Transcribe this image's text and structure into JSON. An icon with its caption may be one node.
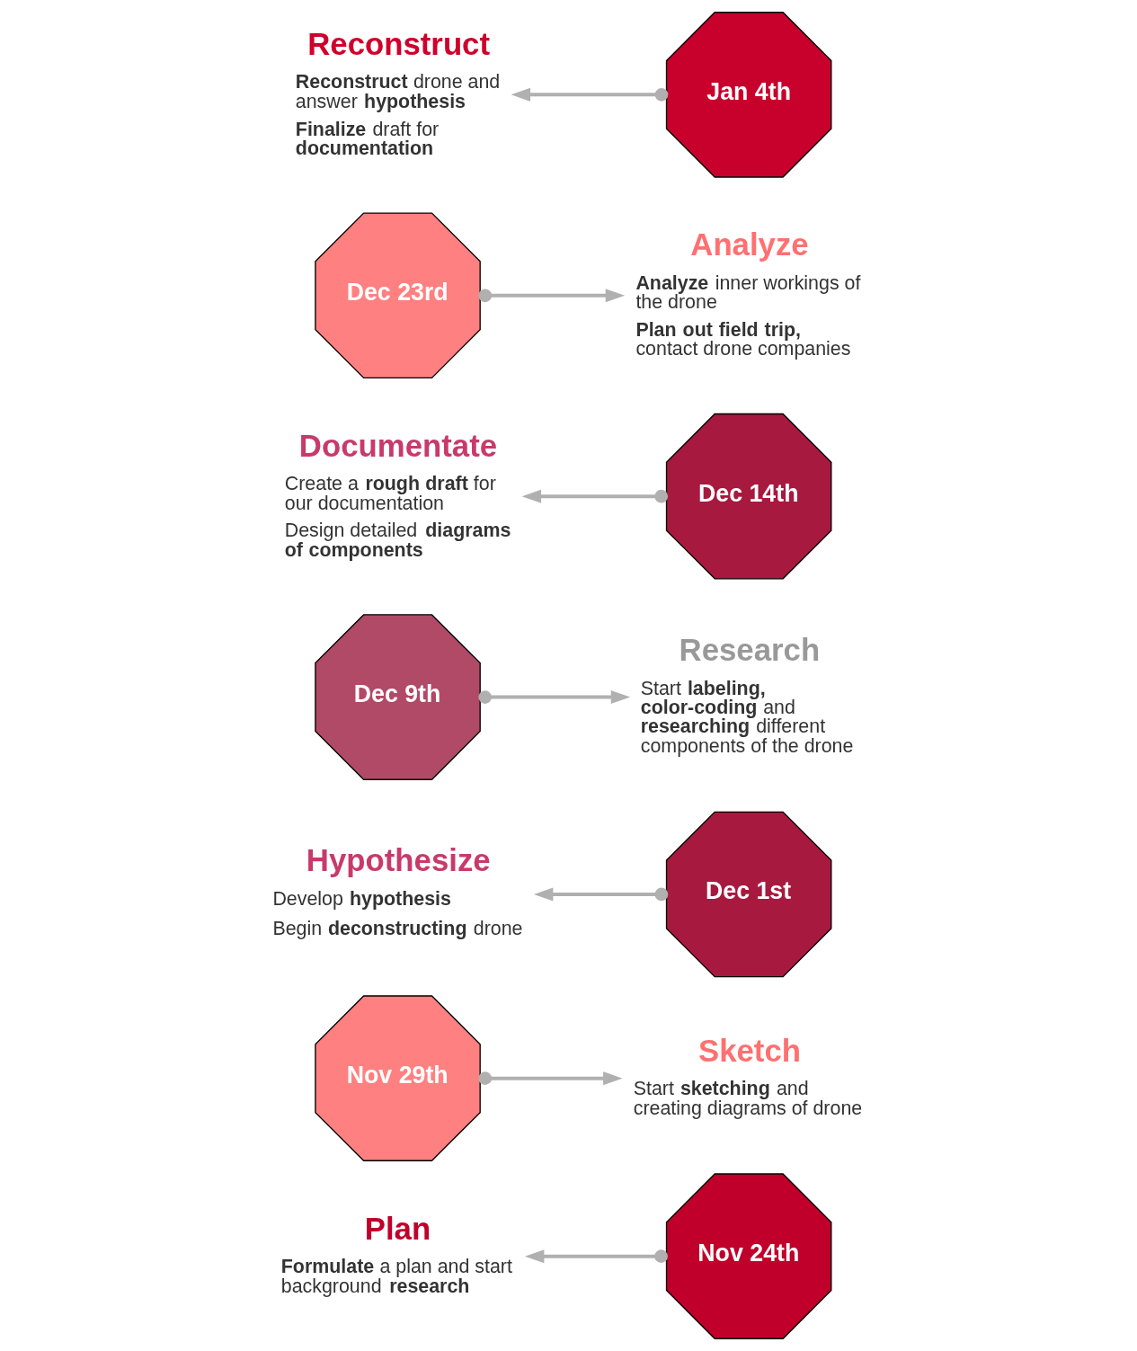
{
  "diagram": {
    "nodes": [
      {
        "text": [
          "Plan",
          "**Formulate** a plan and start background **research**"
        ]
      },
      {
        "text": [
          "Nov 24th"
        ]
      },
      {
        "text": [
          "Nov 29th"
        ]
      },
      {
        "text": [
          "Sketch",
          "Start **sketching** and creating diagrams of drone"
        ]
      },
      {
        "text": [
          "Hypothesize",
          "Develop **hypothesis**",
          "Begin **deconstructing** drone"
        ]
      },
      {
        "text": [
          "Dec 1st"
        ]
      },
      {
        "text": [
          "Dec 9th"
        ]
      },
      {
        "text": [
          "Research",
          "Start **labeling, color-coding** and **researching** different components of the drone"
        ]
      },
      {
        "text": [
          "Documentate",
          "Create a **rough draft** for our documentation",
          "Design detailed **diagrams of components**"
        ]
      },
      {
        "text": [
          "Dec 14th"
        ]
      },
      {
        "text": [
          "Dec 23rd"
        ]
      },
      {
        "text": [
          "Analyze",
          "**Analyze** inner workings of the drone",
          "**Plan out field trip,** contact drone companies"
        ]
      },
      {
        "text": [
          "Reconstruct",
          "**Reconstruct** drone and answer **hypothesis**",
          "**Finalize** draft for **documentation**"
        ]
      },
      {
        "text": [
          "Jan 4th"
        ]
      }
    ],
    "edges": [
      {
        "from": 1,
        "to": 0,
        "arrow": "to"
      },
      {
        "from": 2,
        "to": 3,
        "arrow": "to"
      },
      {
        "from": 5,
        "to": 4,
        "arrow": "to"
      },
      {
        "from": 6,
        "to": 7,
        "arrow": "to"
      },
      {
        "from": 9,
        "to": 8,
        "arrow": "to"
      },
      {
        "from": 10,
        "to": 11,
        "arrow": "to"
      },
      {
        "from": 13,
        "to": 12,
        "arrow": "to"
      }
    ]
  }
}
